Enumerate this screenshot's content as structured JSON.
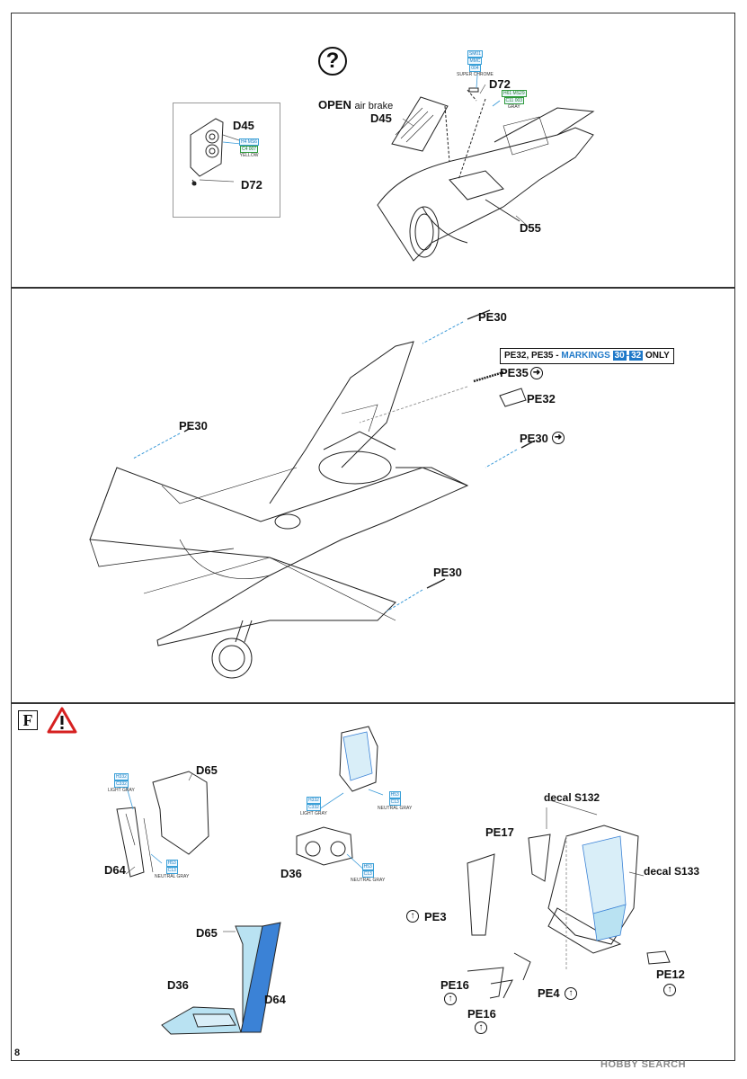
{
  "page": {
    "number": "8",
    "watermark": "HOBBY SEARCH"
  },
  "step1": {
    "question_mark": "?",
    "labels": {
      "d45_inset": "D45",
      "d72_inset": "D72",
      "open_air_brake": "OPEN",
      "open_air_brake_suffix": "air brake",
      "d45": "D45",
      "d72": "D72",
      "d55": "D55"
    },
    "paint_inset": {
      "codes": "H4  MS6",
      "codes2": "C4   007",
      "name": "YELLOW"
    },
    "paint_top": {
      "c1": "SM01",
      "c2": "MMC",
      "c3": "004",
      "name": "SUPER CHROME"
    },
    "paint_mid": {
      "c1": "H61  MS29",
      "c2": "C11  003",
      "name": "GRAY"
    }
  },
  "step2": {
    "labels": {
      "pe30_top": "PE30",
      "pe30_left": "PE30",
      "pe30_right": "PE30",
      "pe30_bottom": "PE30",
      "pe35": "PE35",
      "pe32": "PE32"
    },
    "markings_note": {
      "prefix": "PE32, PE35 - ",
      "word": "MARKINGS",
      "from": "30",
      "dash": "-",
      "to": "32",
      "suffix": "ONLY"
    }
  },
  "step3": {
    "step_letter": "F",
    "labels": {
      "d65": "D65",
      "d64": "D64",
      "d36": "D36",
      "pe17": "PE17",
      "pe3": "PE3",
      "pe16a": "PE16",
      "pe16b": "PE16",
      "pe4": "PE4",
      "pe12": "PE12",
      "decal_s132": "decal S132",
      "decal_s133": "decal S133",
      "d65_b": "D65",
      "d36_b": "D36",
      "d64_b": "D64"
    },
    "paint_lgray1": {
      "c1": "H332",
      "c2": "C332",
      "name": "LIGHT GRAY"
    },
    "paint_ngray1": {
      "c1": "H53",
      "c2": "C13",
      "name": "NEUTRAL GRAY"
    },
    "paint_lgray2": {
      "c1": "H332",
      "c2": "C332",
      "name": "LIGHT GRAY"
    },
    "paint_ngray2": {
      "c1": "H53",
      "c2": "C13",
      "name": "NEUTRAL GRAY"
    },
    "paint_ngray3": {
      "c1": "H53",
      "c2": "C13",
      "name": "NEUTRAL GRAY"
    }
  },
  "colors": {
    "accent_blue": "#1e78c8",
    "paint_green": "#2f9a3a",
    "seat_blue": "#3b82d6",
    "seat_light": "#b9e2f2"
  },
  "icons": {
    "caution": "caution-triangle-icon",
    "optional": "question-mark-icon",
    "fold": "arrow-up-circle-icon",
    "mount": "arrow-right-circle-icon"
  }
}
